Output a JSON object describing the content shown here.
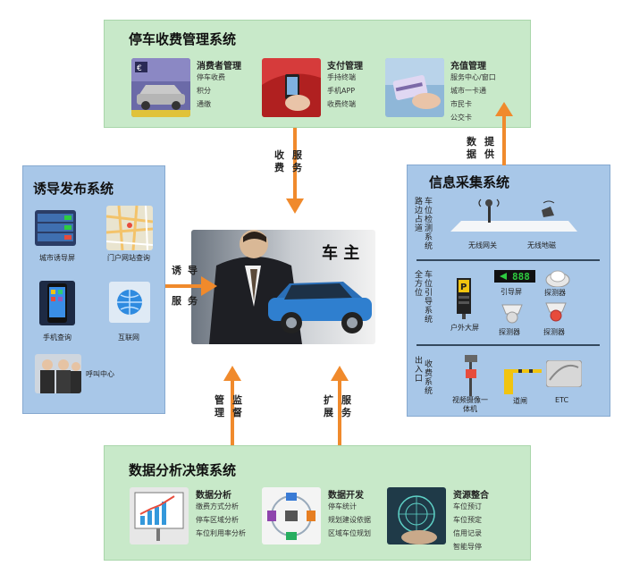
{
  "top_panel": {
    "title": "停车收费管理系统",
    "items": [
      {
        "title": "消费者管理",
        "lines": [
          "停车收费",
          "积分",
          "通缴"
        ]
      },
      {
        "title": "支付管理",
        "lines": [
          "手持终端",
          "手机APP",
          "收费终端"
        ]
      },
      {
        "title": "充值管理",
        "lines": [
          "服务中心/窗口",
          "城市一卡通",
          "市民卡",
          "公交卡"
        ]
      }
    ]
  },
  "left_panel": {
    "title": "诱导发布系统",
    "items": [
      {
        "caption": "城市诱导屏"
      },
      {
        "caption": "门户网站查询"
      },
      {
        "caption": "手机查询"
      },
      {
        "caption": "互联网"
      },
      {
        "caption": "呼叫中心"
      }
    ]
  },
  "center": {
    "label": "车 主"
  },
  "right_panel": {
    "title": "信息采集系统",
    "sec1": {
      "label": "路边占道",
      "sublabel": "车位检测系统",
      "items": [
        "无线网关",
        "无线地磁"
      ]
    },
    "sec2": {
      "label": "全方位",
      "sublabel": "车位引导系统",
      "items": [
        "户外大屏",
        "引导屏",
        "探测器",
        "探测器",
        "探测器"
      ],
      "screen_text": "888"
    },
    "sec3": {
      "label": "出入口",
      "sublabel": "收费系统",
      "items": [
        "视频摄像一体机",
        "道闸",
        "ETC"
      ]
    }
  },
  "bottom_panel": {
    "title": "数据分析决策系统",
    "items": [
      {
        "title": "数据分析",
        "lines": [
          "缴费方式分析",
          "停车区域分析",
          "车位利用率分析"
        ]
      },
      {
        "title": "数据开发",
        "lines": [
          "停车统计",
          "规划建设依据",
          "区域车位规划"
        ]
      },
      {
        "title": "资源整合",
        "lines": [
          "车位预订",
          "车位预定",
          "信用记录",
          "智能导停"
        ]
      }
    ]
  },
  "arrows": {
    "top_down": "收费服务",
    "right_up": "数据提供",
    "left_right": "诱导服务",
    "bottom_left": "管理监督",
    "bottom_right": "扩展服务"
  },
  "colors": {
    "green_panel": "#c8e9c9",
    "blue_panel": "#a8c7e8",
    "arrow": "#f08a2c"
  }
}
